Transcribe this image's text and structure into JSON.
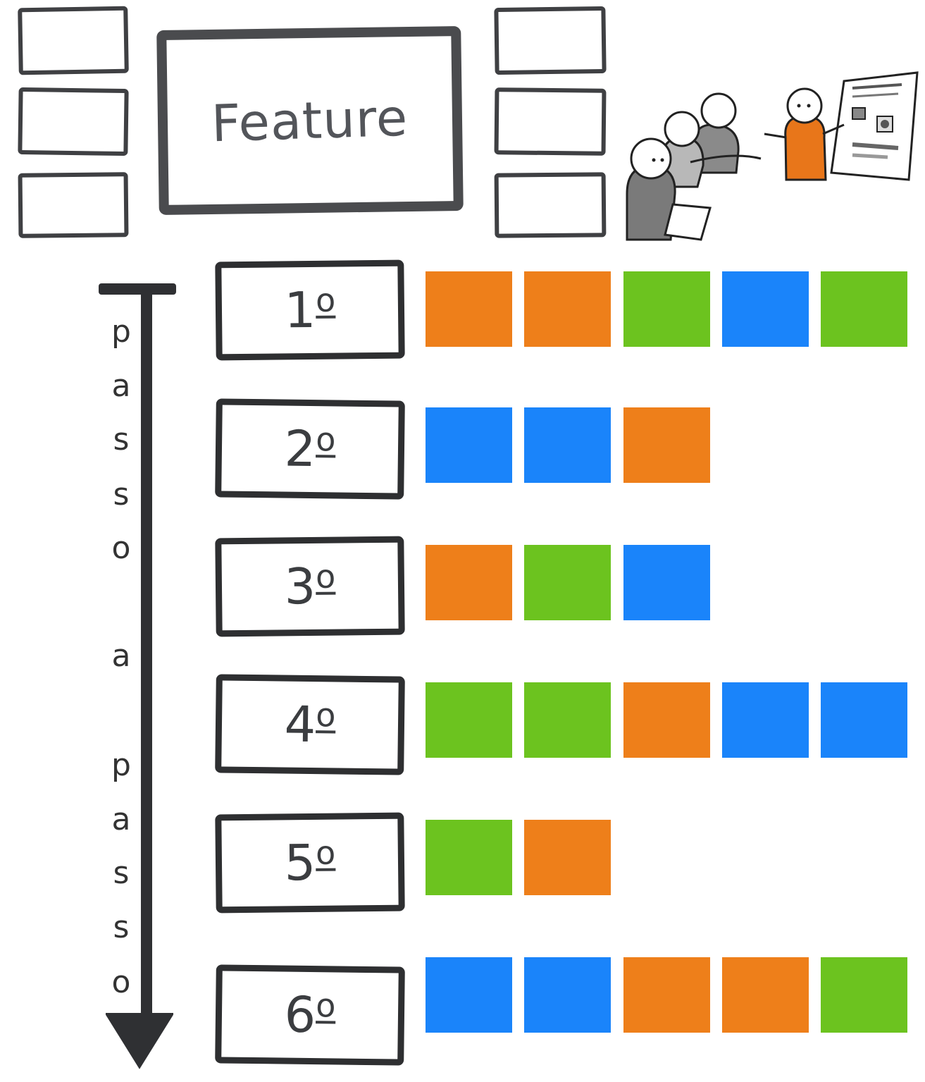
{
  "feature": {
    "label": "Feature"
  },
  "axis": {
    "letters": [
      "p",
      "a",
      "s",
      "s",
      "o",
      "a",
      "p",
      "a",
      "s",
      "s",
      "o"
    ]
  },
  "steps": [
    {
      "number": "1",
      "ordinal": "o",
      "tiles": [
        "orange",
        "orange",
        "green",
        "blue",
        "green"
      ]
    },
    {
      "number": "2",
      "ordinal": "o",
      "tiles": [
        "blue",
        "blue",
        "orange"
      ]
    },
    {
      "number": "3",
      "ordinal": "o",
      "tiles": [
        "orange",
        "green",
        "blue"
      ]
    },
    {
      "number": "4",
      "ordinal": "o",
      "tiles": [
        "green",
        "green",
        "orange",
        "blue",
        "blue"
      ]
    },
    {
      "number": "5",
      "ordinal": "o",
      "tiles": [
        "green",
        "orange"
      ]
    },
    {
      "number": "6",
      "ordinal": "o",
      "tiles": [
        "blue",
        "blue",
        "orange",
        "orange",
        "green"
      ]
    }
  ],
  "colors": {
    "orange": "#ee7f1a",
    "green": "#6cc31f",
    "blue": "#1a84fa"
  },
  "illustration": {
    "icon": "team-discussion-illustration"
  }
}
